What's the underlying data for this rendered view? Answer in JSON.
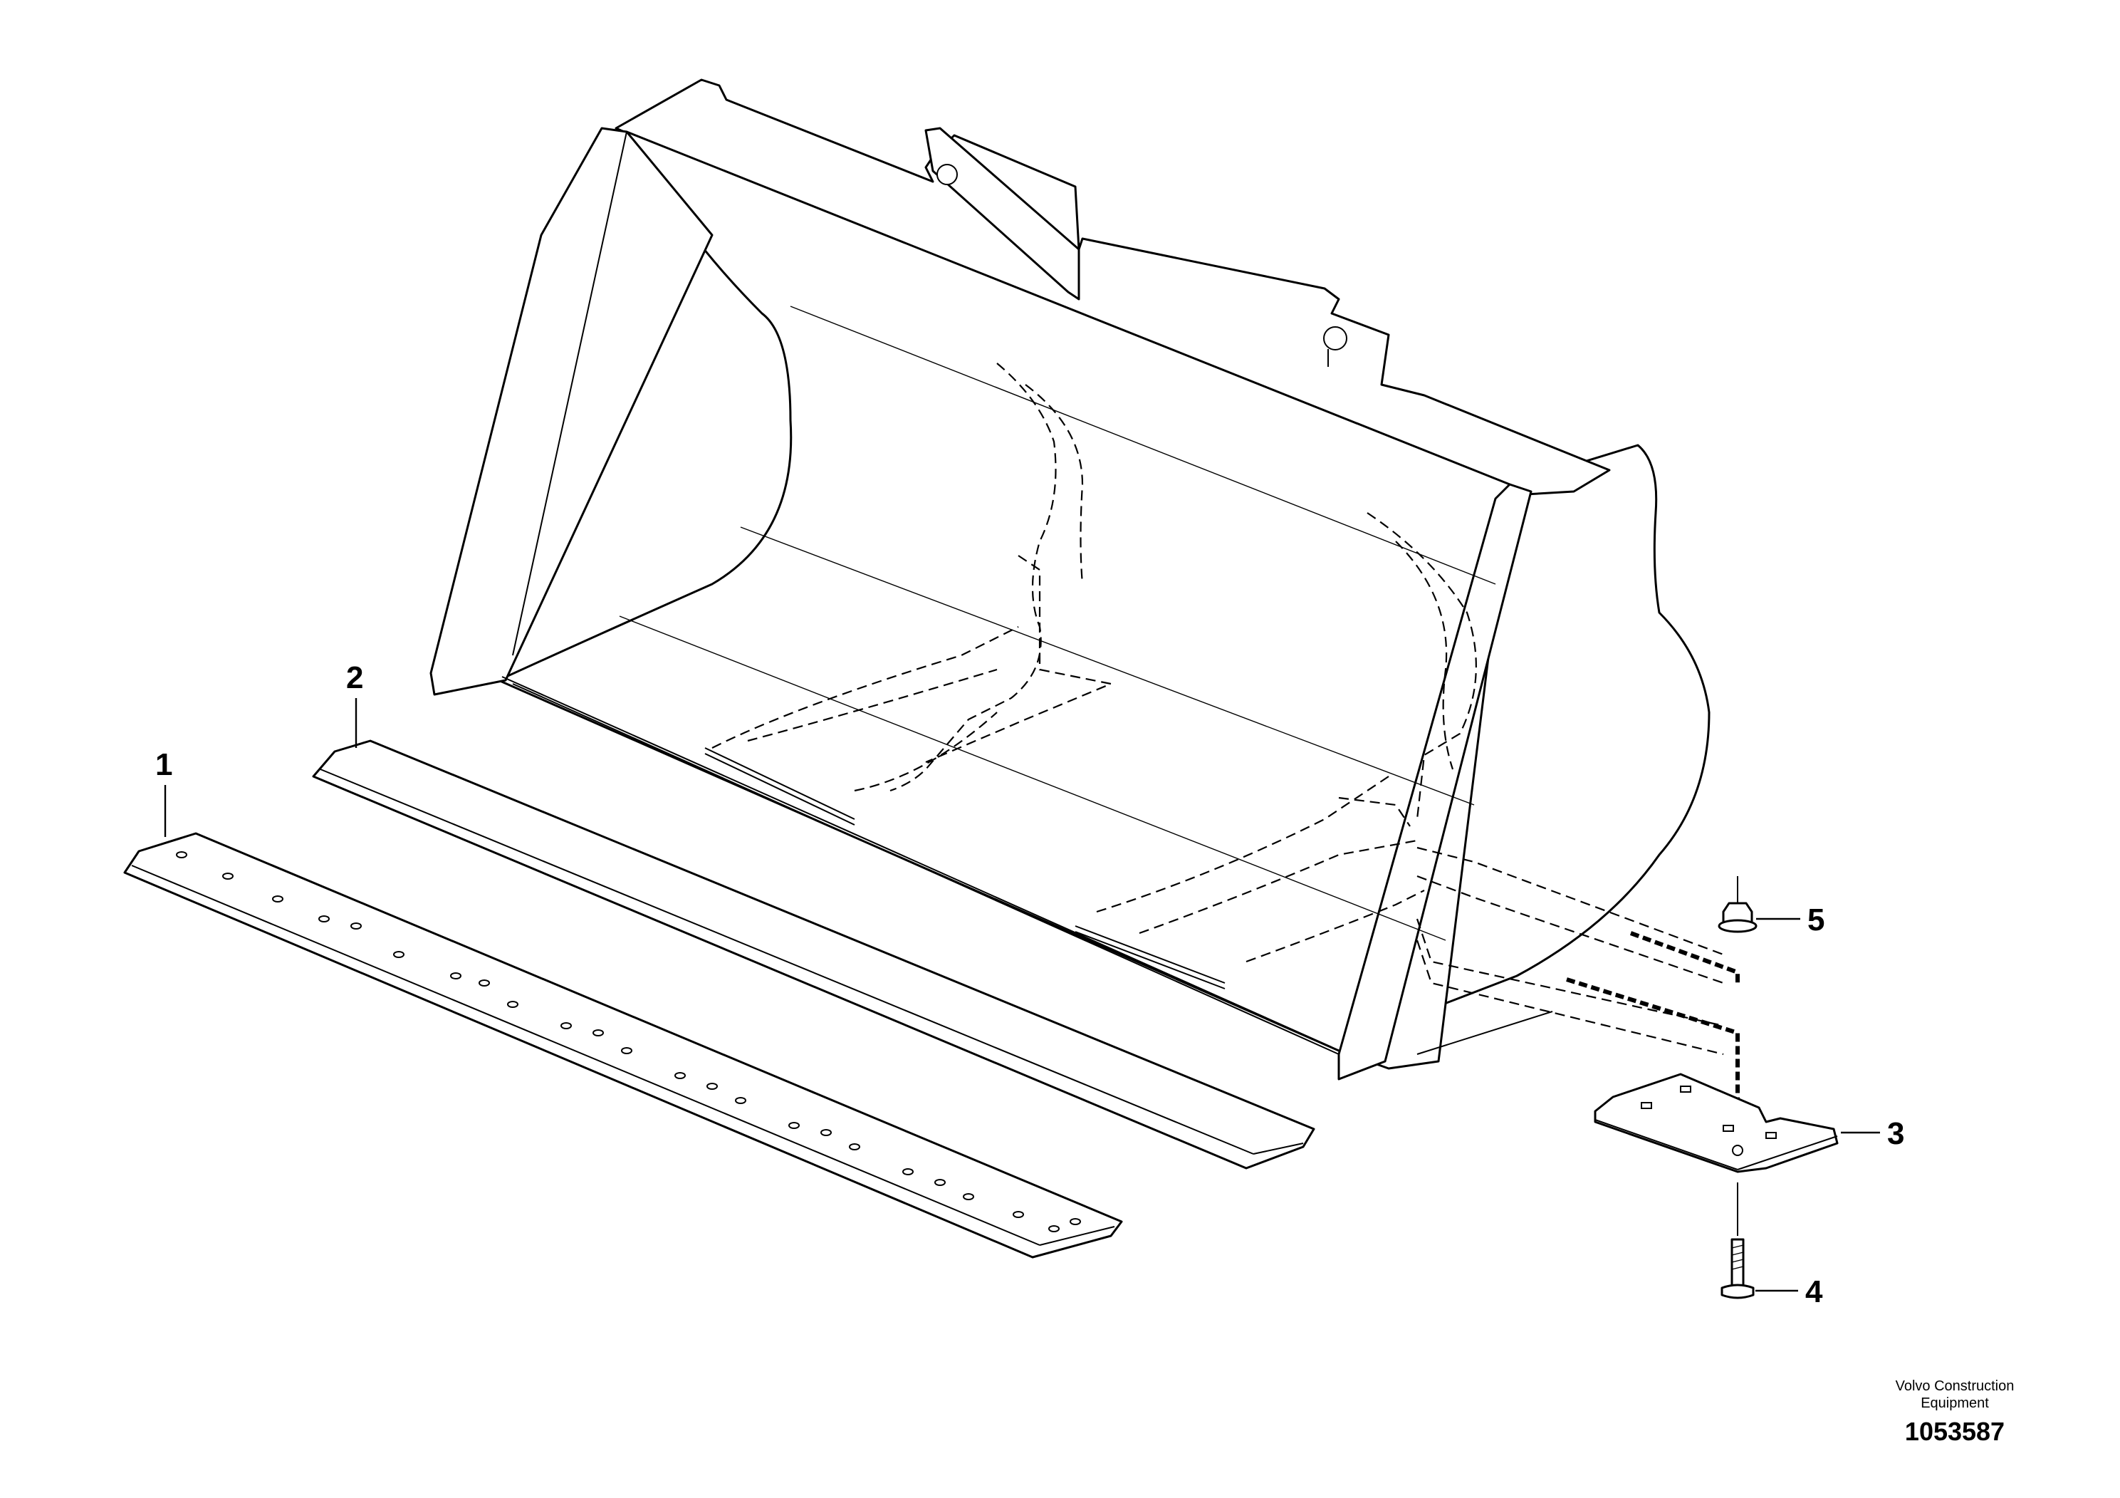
{
  "callouts": [
    {
      "number": "1",
      "part": "cutting-edge-segment"
    },
    {
      "number": "2",
      "part": "cutting-edge"
    },
    {
      "number": "3",
      "part": "wear-plate"
    },
    {
      "number": "4",
      "part": "bolt"
    },
    {
      "number": "5",
      "part": "nut"
    }
  ],
  "credit": {
    "line1": "Volvo Construction",
    "line2": "Equipment"
  },
  "document_number": "1053587"
}
